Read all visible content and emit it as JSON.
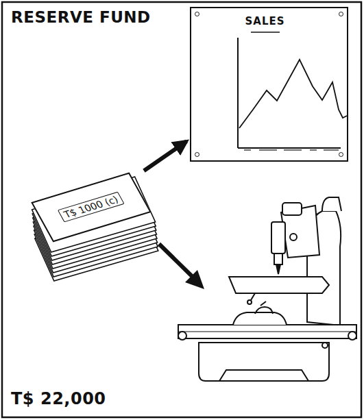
{
  "diagram": {
    "title": "RESERVE FUND",
    "nodes": [
      {
        "text": [
          "T$ 1000 (c)"
        ]
      },
      {
        "text": [
          "SALES"
        ]
      }
    ],
    "edges": [
      {
        "from": 0,
        "to": 1,
        "arrow": "to"
      }
    ],
    "labels": [
      "T$ 22,000"
    ]
  }
}
